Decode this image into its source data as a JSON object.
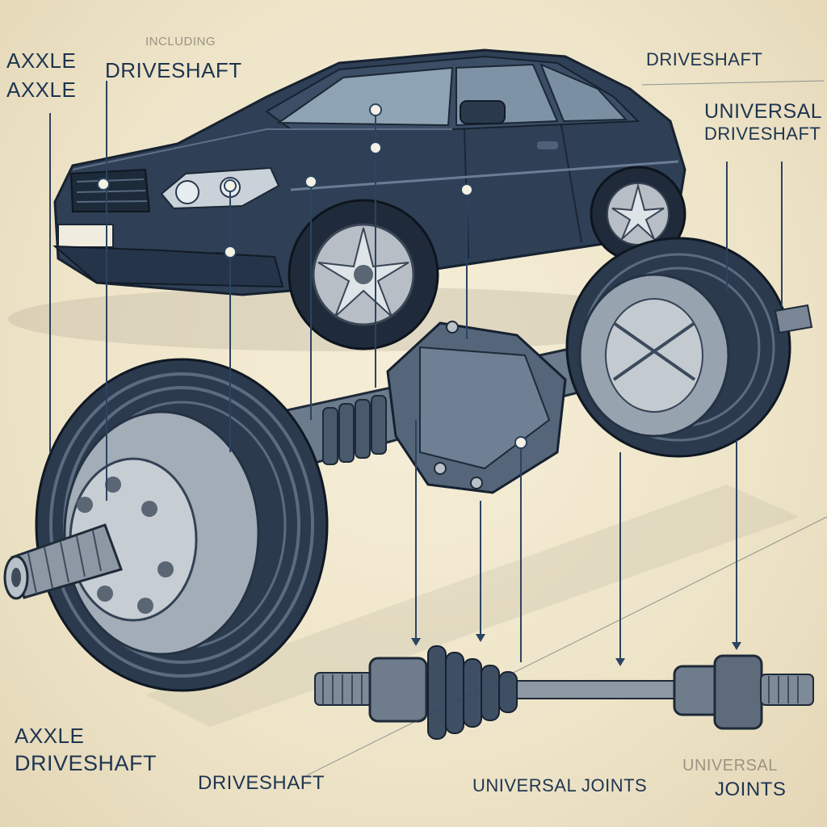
{
  "labels": {
    "axxle_top_1": "AXXLE",
    "axxle_top_2": "AXXLE",
    "including": "INCLUDING",
    "driveshaft_top_left": "DRIVESHAFT",
    "driveshaft_top_right": "DRIVESHAFT",
    "universal_right": "UNIVERSAL",
    "driveshaft_right": "DRIVESHAFT",
    "axxle_bottom": "AXXLE",
    "driveshaft_bottom_left": "DRIVESHAFT",
    "driveshaft_bottom_mid": "DRIVESHAFT",
    "universal_joints": "UNIVERSAL JOINTS",
    "universal_faint": "UNIVERSAL",
    "joints": "JOINTS"
  },
  "colors": {
    "ink": "#1e3550",
    "paper": "#efe6cd",
    "car_body": "#2f3f55",
    "metal": "#8a8f96",
    "tire": "#2c3a4e"
  }
}
